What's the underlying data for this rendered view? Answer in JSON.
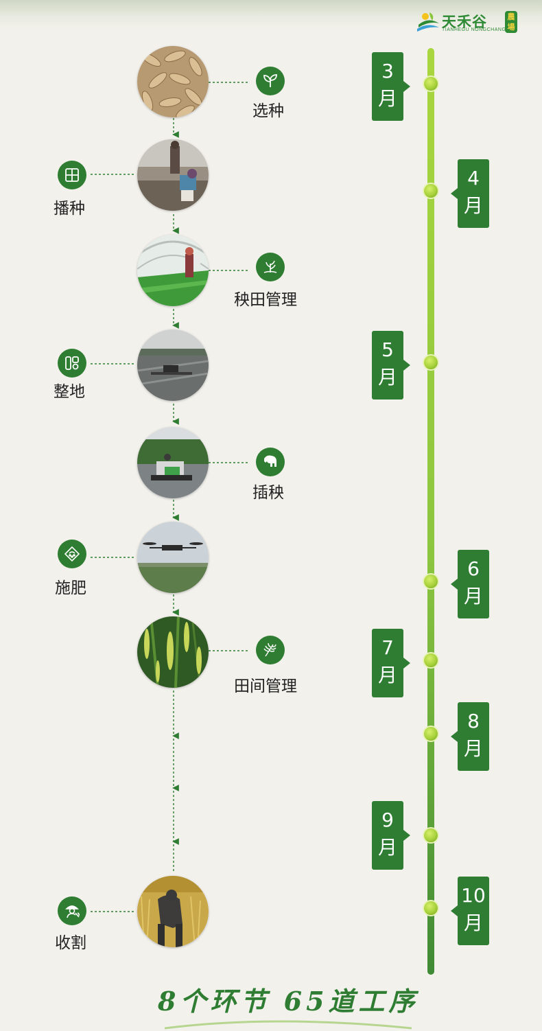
{
  "brand": {
    "name_cn": "天禾谷",
    "name_en": "TIANHEGU NONGCHANG",
    "badge": "農場"
  },
  "colors": {
    "accent": "#2e7d32",
    "timeline": "#8cc63f",
    "background": "#f3f1ec"
  },
  "steps": [
    {
      "label": "选种",
      "icon": "sprout-icon",
      "photo": "rice-seeds"
    },
    {
      "label": "播种",
      "icon": "seed-tray-icon",
      "photo": "greenhouse-sowing"
    },
    {
      "label": "秧田管理",
      "icon": "seedling-care-icon",
      "photo": "spraying-seedlings"
    },
    {
      "label": "整地",
      "icon": "land-prep-icon",
      "photo": "tractor-field"
    },
    {
      "label": "插秧",
      "icon": "transplant-icon",
      "photo": "rice-transplanter"
    },
    {
      "label": "施肥",
      "icon": "fertilizer-icon",
      "photo": "drone-spraying"
    },
    {
      "label": "田间管理",
      "icon": "wheat-icon",
      "photo": "rice-panicles"
    },
    {
      "label": "收割",
      "icon": "harvester-person-icon",
      "photo": "harvesting"
    }
  ],
  "months": [
    {
      "num": "3",
      "unit": "月"
    },
    {
      "num": "4",
      "unit": "月"
    },
    {
      "num": "5",
      "unit": "月"
    },
    {
      "num": "6",
      "unit": "月"
    },
    {
      "num": "7",
      "unit": "月"
    },
    {
      "num": "8",
      "unit": "月"
    },
    {
      "num": "9",
      "unit": "月"
    },
    {
      "num": "10",
      "unit": "月"
    }
  ],
  "slogan": "8个环节 65道工序"
}
